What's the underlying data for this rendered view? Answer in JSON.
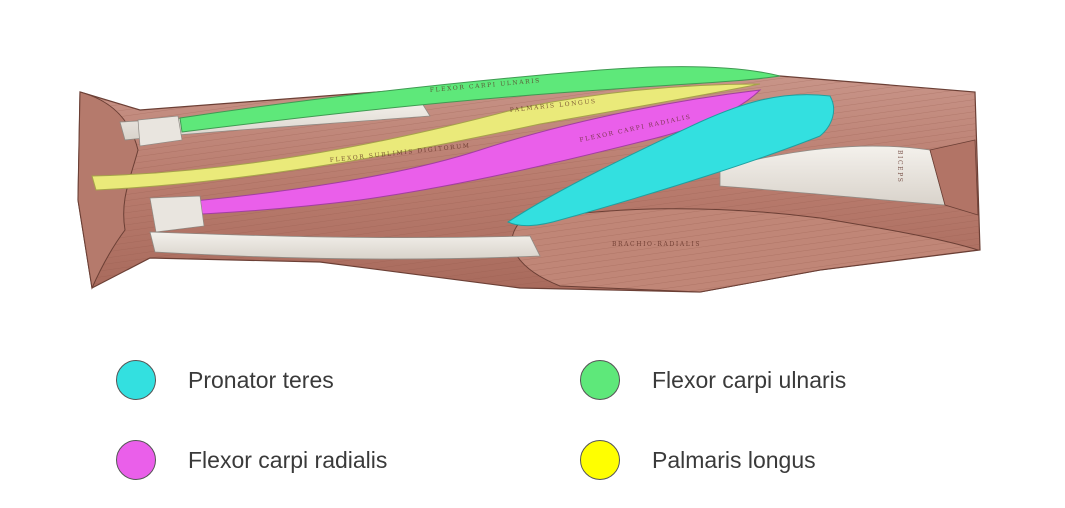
{
  "figure": {
    "engraved_labels": {
      "flexor_carpi_ulnaris": "FLEXOR CARPI ULNARIS",
      "palmaris_longus": "PALMARIS LONGUS",
      "flexor_carpi_radialis": "FLEXOR CARPI RADIALIS",
      "flexor_sublimis": "FLEXOR SUBLIMIS DIGITORUM",
      "brachio_radialis": "BRACHIO-RADIALIS",
      "biceps": "BICEPS"
    }
  },
  "legend": {
    "items": [
      {
        "key": "pronator_teres",
        "label": "Pronator teres",
        "color": "#33e0e0"
      },
      {
        "key": "flexor_carpi_ulnaris",
        "label": "Flexor carpi ulnaris",
        "color": "#5ee87a"
      },
      {
        "key": "flexor_carpi_radialis",
        "label": "Flexor carpi radialis",
        "color": "#ea5fea"
      },
      {
        "key": "palmaris_longus",
        "label": "Palmaris longus",
        "color": "#ffff00"
      }
    ]
  }
}
